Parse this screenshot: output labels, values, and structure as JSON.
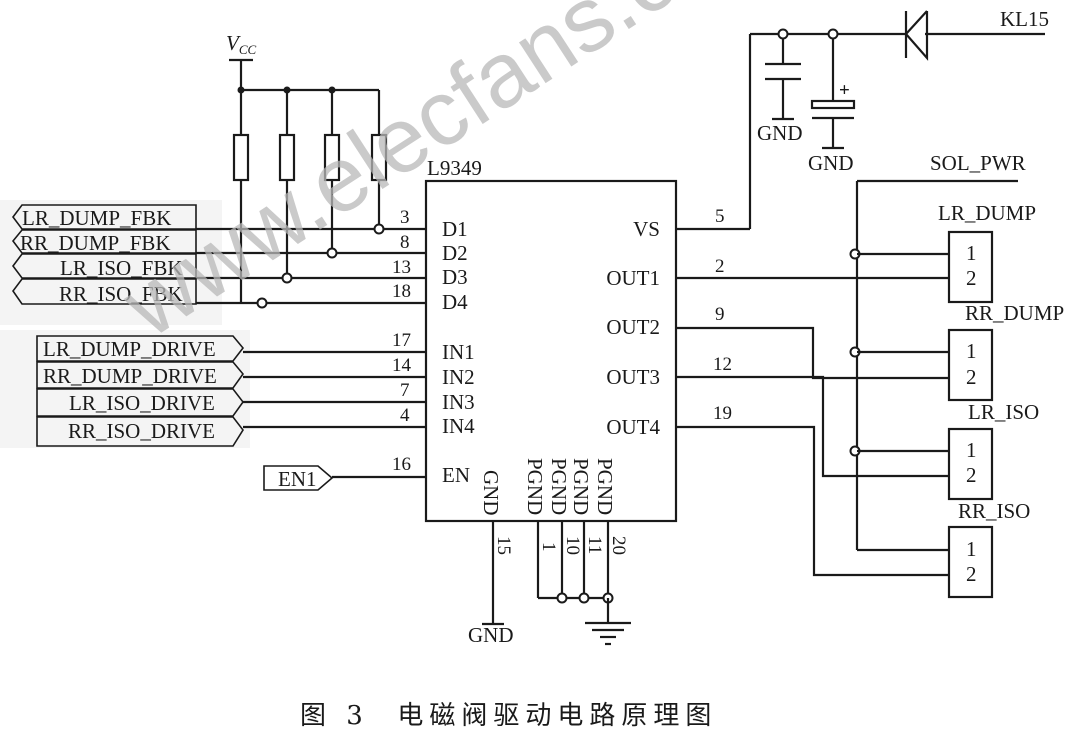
{
  "watermark": "www.elecfans.com",
  "ic": {
    "name": "L9349",
    "left_pins": [
      {
        "label": "D1",
        "pin": "3"
      },
      {
        "label": "D2",
        "pin": "8"
      },
      {
        "label": "D3",
        "pin": "13"
      },
      {
        "label": "D4",
        "pin": "18"
      },
      {
        "label": "IN1",
        "pin": "17"
      },
      {
        "label": "IN2",
        "pin": "14"
      },
      {
        "label": "IN3",
        "pin": "7"
      },
      {
        "label": "IN4",
        "pin": "4"
      },
      {
        "label": "EN",
        "pin": "16"
      }
    ],
    "right_pins": [
      {
        "label": "VS",
        "pin": "5"
      },
      {
        "label": "OUT1",
        "pin": "2"
      },
      {
        "label": "OUT2",
        "pin": "9"
      },
      {
        "label": "OUT3",
        "pin": "12"
      },
      {
        "label": "OUT4",
        "pin": "19"
      }
    ],
    "bottom_pins": [
      {
        "label": "GND",
        "pin": "15"
      },
      {
        "label": "PGND",
        "pin": "1"
      },
      {
        "label": "PGND",
        "pin": "10"
      },
      {
        "label": "PGND",
        "pin": "11"
      },
      {
        "label": "PGND",
        "pin": "20"
      }
    ]
  },
  "supply": {
    "vcc_label": "V",
    "vcc_sub": "CC"
  },
  "feedback_ports": [
    "LR_DUMP_FBK",
    "RR_DUMP_FBK",
    "LR_ISO_FBK",
    "RR_ISO_FBK"
  ],
  "drive_ports": [
    "LR_DUMP_DRIVE",
    "RR_DUMP_DRIVE",
    "LR_ISO_DRIVE",
    "RR_ISO_DRIVE"
  ],
  "enable_port": "EN1",
  "power": {
    "kl15": "KL15",
    "gnd_cap1": "GND",
    "gnd_cap2": "GND",
    "cap_plus": "+",
    "sol_pwr": "SOL_PWR",
    "gnd_ic": "GND"
  },
  "valves": [
    {
      "name": "LR_DUMP",
      "pin1": "1",
      "pin2": "2"
    },
    {
      "name": "RR_DUMP",
      "pin1": "1",
      "pin2": "2"
    },
    {
      "name": "LR_ISO",
      "pin1": "1",
      "pin2": "2"
    },
    {
      "name": "RR_ISO",
      "pin1": "1",
      "pin2": "2"
    }
  ],
  "caption": "图 3  电磁阀驱动电路原理图"
}
